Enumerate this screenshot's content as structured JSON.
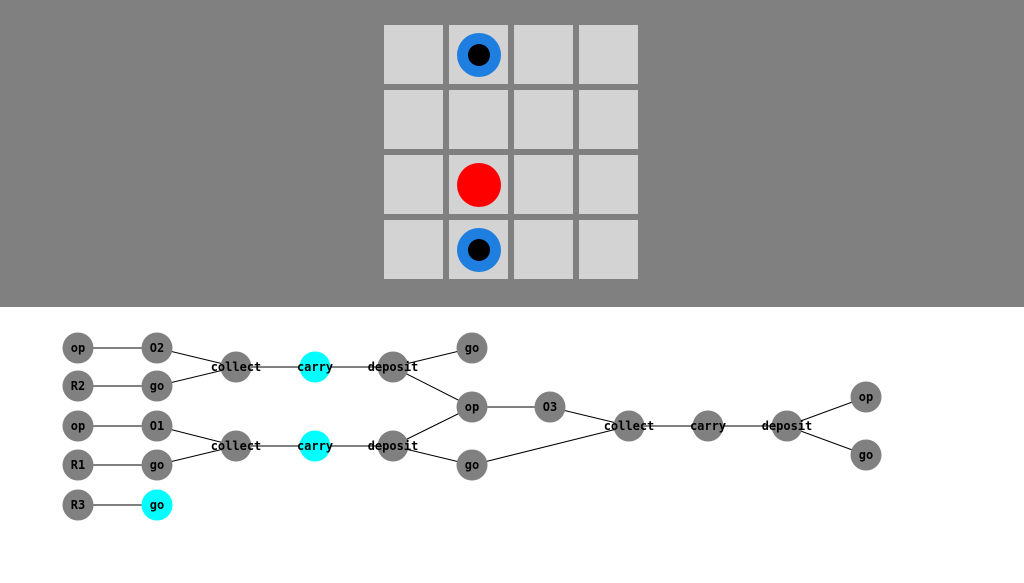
{
  "colors": {
    "panel_bg": "#808080",
    "cell": "#d3d3d3",
    "node_default": "#808080",
    "node_active": "#00ffff",
    "edge": "#000000",
    "agent_ring": "#1e7fe0",
    "agent_core": "#000000",
    "target": "#ff0000"
  },
  "board": {
    "rows": 4,
    "cols": 4,
    "tokens": [
      {
        "kind": "agent",
        "row": 0,
        "col": 1,
        "icon": "agent-ring-icon"
      },
      {
        "kind": "target",
        "row": 2,
        "col": 1,
        "icon": "red-ball-icon"
      },
      {
        "kind": "agent",
        "row": 3,
        "col": 1,
        "icon": "agent-ring-icon"
      }
    ]
  },
  "graph": {
    "nodes": [
      {
        "id": "n_op_a",
        "label": "op",
        "active": false
      },
      {
        "id": "n_O2",
        "label": "O2",
        "active": false
      },
      {
        "id": "n_R2",
        "label": "R2",
        "active": false
      },
      {
        "id": "n_go_a",
        "label": "go",
        "active": false
      },
      {
        "id": "n_op_b",
        "label": "op",
        "active": false
      },
      {
        "id": "n_O1",
        "label": "O1",
        "active": false
      },
      {
        "id": "n_R1",
        "label": "R1",
        "active": false
      },
      {
        "id": "n_go_b",
        "label": "go",
        "active": false
      },
      {
        "id": "n_R3",
        "label": "R3",
        "active": false
      },
      {
        "id": "n_go_c",
        "label": "go",
        "active": true
      },
      {
        "id": "n_collect_a",
        "label": "collect",
        "active": false
      },
      {
        "id": "n_carry_a",
        "label": "carry",
        "active": true
      },
      {
        "id": "n_deposit_a",
        "label": "deposit",
        "active": false
      },
      {
        "id": "n_collect_b",
        "label": "collect",
        "active": false
      },
      {
        "id": "n_carry_b",
        "label": "carry",
        "active": true
      },
      {
        "id": "n_deposit_b",
        "label": "deposit",
        "active": false
      },
      {
        "id": "n_go_d",
        "label": "go",
        "active": false
      },
      {
        "id": "n_op_c",
        "label": "op",
        "active": false
      },
      {
        "id": "n_O3",
        "label": "O3",
        "active": false
      },
      {
        "id": "n_go_e",
        "label": "go",
        "active": false
      },
      {
        "id": "n_collect_c",
        "label": "collect",
        "active": false
      },
      {
        "id": "n_carry_c",
        "label": "carry",
        "active": false
      },
      {
        "id": "n_deposit_c",
        "label": "deposit",
        "active": false
      },
      {
        "id": "n_op_d",
        "label": "op",
        "active": false
      },
      {
        "id": "n_go_f",
        "label": "go",
        "active": false
      }
    ],
    "edges": [
      [
        "n_op_a",
        "n_O2"
      ],
      [
        "n_R2",
        "n_go_a"
      ],
      [
        "n_O2",
        "n_collect_a"
      ],
      [
        "n_go_a",
        "n_collect_a"
      ],
      [
        "n_collect_a",
        "n_carry_a"
      ],
      [
        "n_carry_a",
        "n_deposit_a"
      ],
      [
        "n_deposit_a",
        "n_go_d"
      ],
      [
        "n_deposit_a",
        "n_op_c"
      ],
      [
        "n_op_b",
        "n_O1"
      ],
      [
        "n_R1",
        "n_go_b"
      ],
      [
        "n_O1",
        "n_collect_b"
      ],
      [
        "n_go_b",
        "n_collect_b"
      ],
      [
        "n_collect_b",
        "n_carry_b"
      ],
      [
        "n_carry_b",
        "n_deposit_b"
      ],
      [
        "n_deposit_b",
        "n_op_c"
      ],
      [
        "n_deposit_b",
        "n_go_e"
      ],
      [
        "n_R3",
        "n_go_c"
      ],
      [
        "n_op_c",
        "n_O3"
      ],
      [
        "n_O3",
        "n_collect_c"
      ],
      [
        "n_go_e",
        "n_collect_c"
      ],
      [
        "n_collect_c",
        "n_carry_c"
      ],
      [
        "n_carry_c",
        "n_deposit_c"
      ],
      [
        "n_deposit_c",
        "n_op_d"
      ],
      [
        "n_deposit_c",
        "n_go_f"
      ]
    ]
  }
}
